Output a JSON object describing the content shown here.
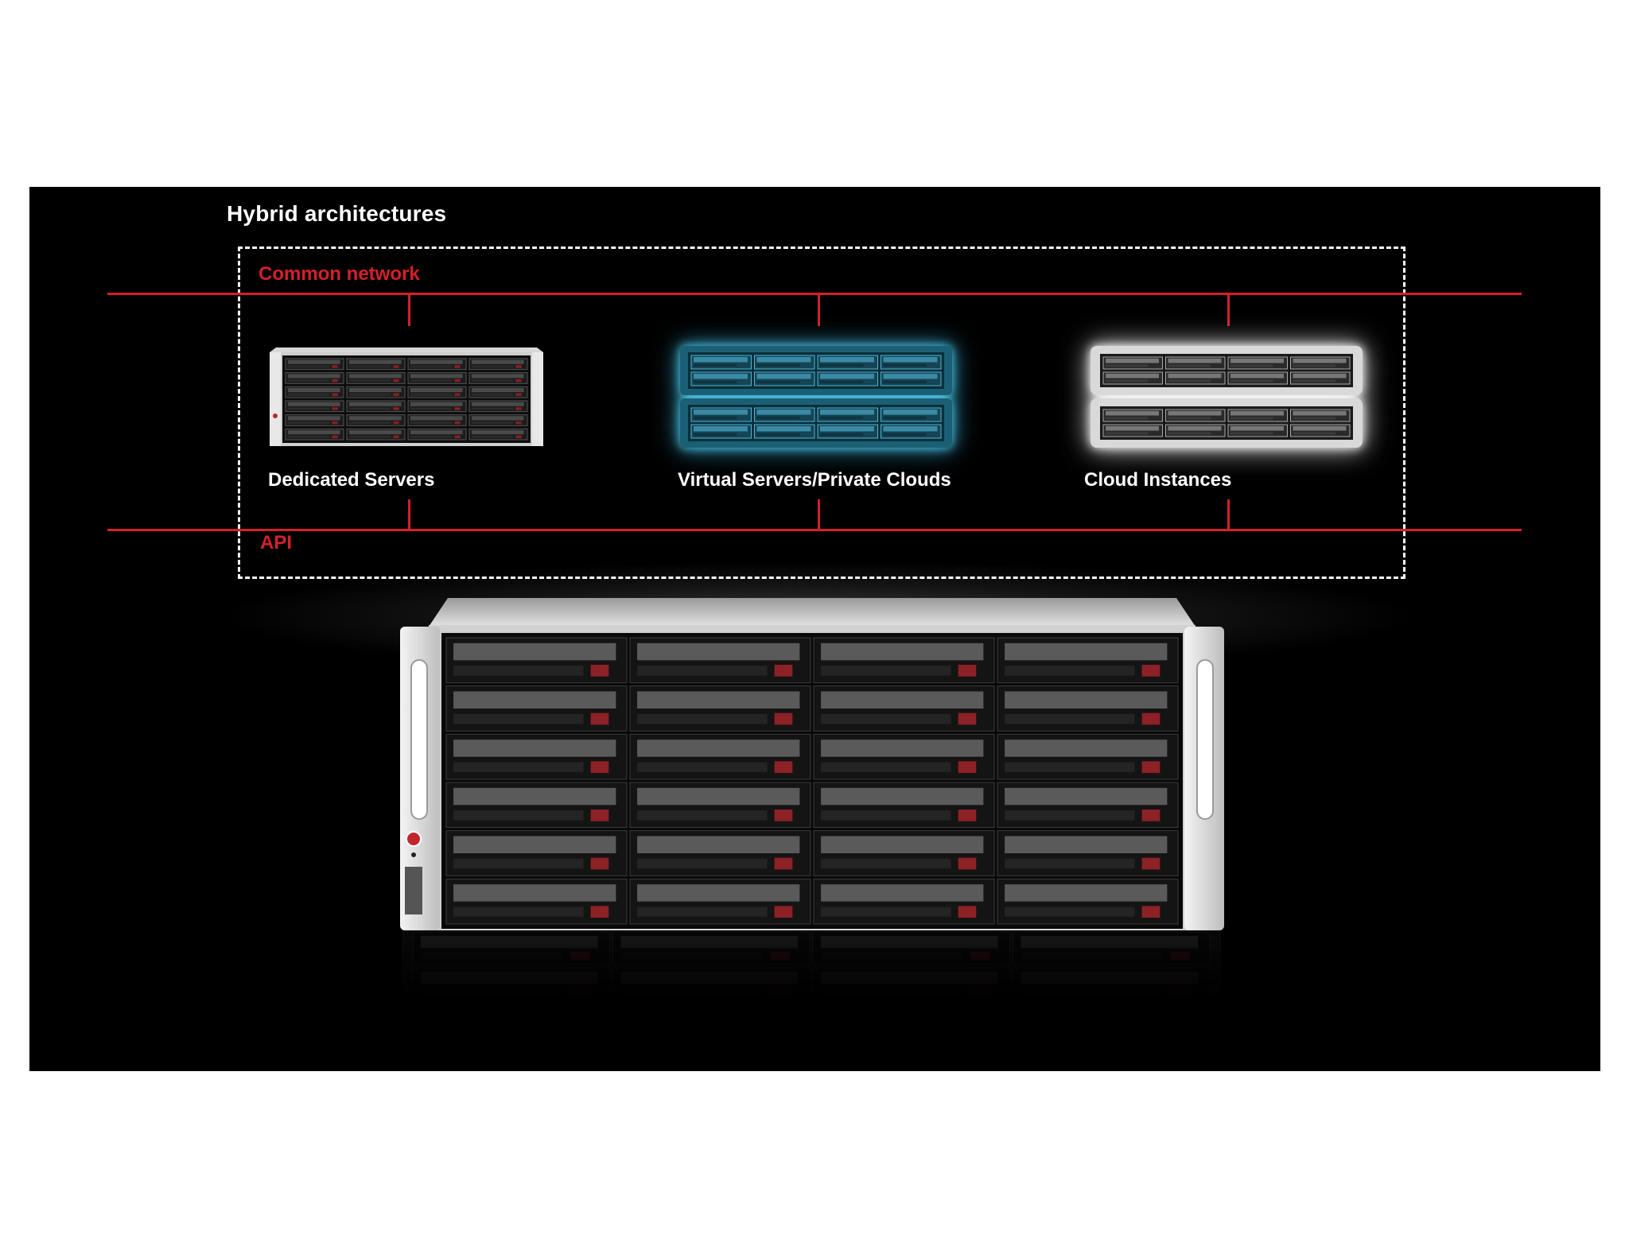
{
  "title": "Hybrid architectures",
  "networks": {
    "common_label": "Common network",
    "api_label": "API"
  },
  "servers": [
    {
      "label": "Dedicated Servers",
      "icon": "dedicated-server-icon",
      "style": "plain"
    },
    {
      "label": "Virtual Servers/Private Clouds",
      "icon": "virtual-server-icon",
      "style": "blue-glow"
    },
    {
      "label": "Cloud Instances",
      "icon": "cloud-instance-icon",
      "style": "white-glow"
    }
  ],
  "hero": {
    "icon": "storage-server-chassis-icon",
    "bays_rows": 6,
    "bays_cols": 4
  },
  "colors": {
    "background": "#000000",
    "accent_red": "#d4202a",
    "label_red": "#d4202a",
    "text": "#ffffff",
    "glow_blue": "#4fc3e0"
  }
}
